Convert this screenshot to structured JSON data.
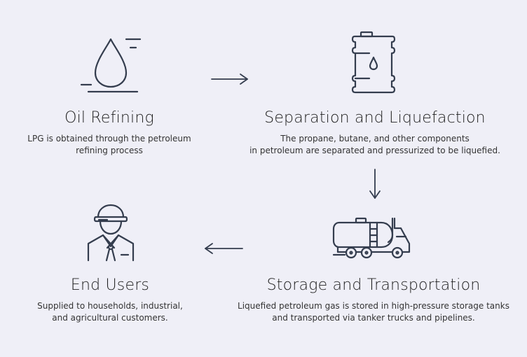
{
  "theme": {
    "background": "#efeff7",
    "icon_color": "#343d4e",
    "title_color": "#1f1f1f",
    "text_color": "#333333"
  },
  "steps": [
    {
      "id": "oil-refining",
      "icon": "oil-drop-icon",
      "title": "Oil Refining",
      "desc_lines": [
        "LPG is obtained through the petroleum",
        "refining process"
      ]
    },
    {
      "id": "separation",
      "icon": "oil-barrel-icon",
      "title": "Separation and Liquefaction",
      "desc_lines": [
        "The propane, butane, and other components",
        "in petroleum are separated and pressurized to be liquefied."
      ]
    },
    {
      "id": "storage",
      "icon": "tanker-truck-icon",
      "title": "Storage and Transportation",
      "desc_lines": [
        "Liquefied petroleum gas is stored in high-pressure storage tanks",
        "and transported via tanker trucks and pipelines."
      ]
    },
    {
      "id": "end-users",
      "icon": "worker-icon",
      "title": "End Users",
      "desc_lines": [
        "Supplied to households, industrial,",
        "and agricultural customers."
      ]
    }
  ],
  "arrows": [
    {
      "from": "oil-refining",
      "to": "separation",
      "direction": "right"
    },
    {
      "from": "separation",
      "to": "storage",
      "direction": "down"
    },
    {
      "from": "storage",
      "to": "end-users",
      "direction": "left"
    }
  ]
}
